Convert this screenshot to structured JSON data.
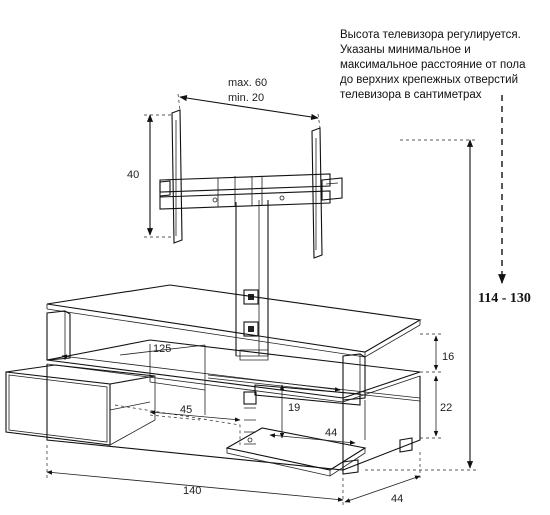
{
  "note": {
    "lines": [
      "Высота телевизора регулируется.",
      "Указаны минимальное и",
      "максимальное  расстояние от пола",
      "до верхних крепежных отверстий",
      "телевизора в сантиметрах"
    ]
  },
  "dimensions": {
    "max_width": "max. 60",
    "min_width": "min. 20",
    "bracket_height": "40",
    "tv_height_range": "114 - 130",
    "glass_width": "125",
    "shelf_gap_top": "16",
    "shelf_gap_bottom": "22",
    "inner_depth": "19",
    "inner_width": "45",
    "drawer_width": "44",
    "total_width": "140",
    "total_depth": "44"
  }
}
